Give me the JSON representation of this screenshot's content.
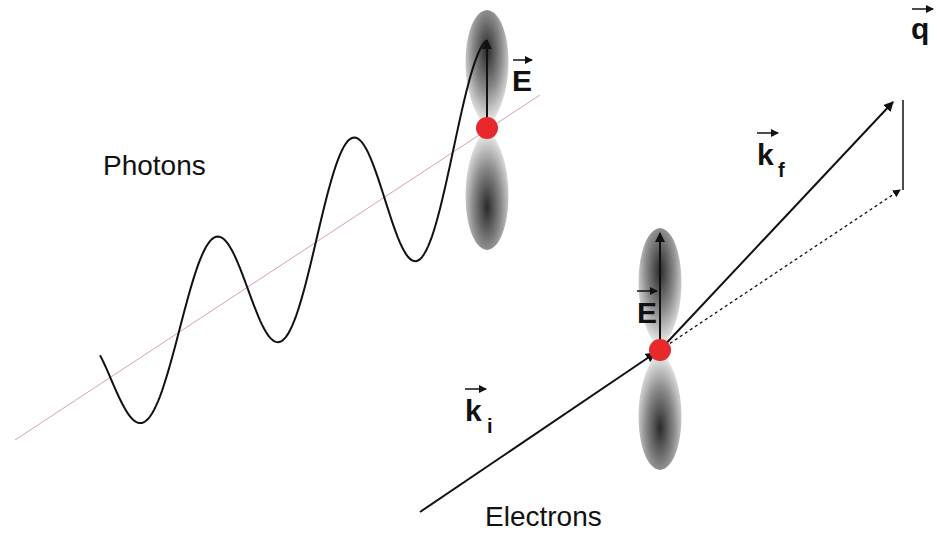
{
  "diagram": {
    "labels": [
      "Photons",
      "E",
      "q",
      "k",
      "f",
      "E",
      "k",
      "i",
      "Electrons"
    ]
  }
}
